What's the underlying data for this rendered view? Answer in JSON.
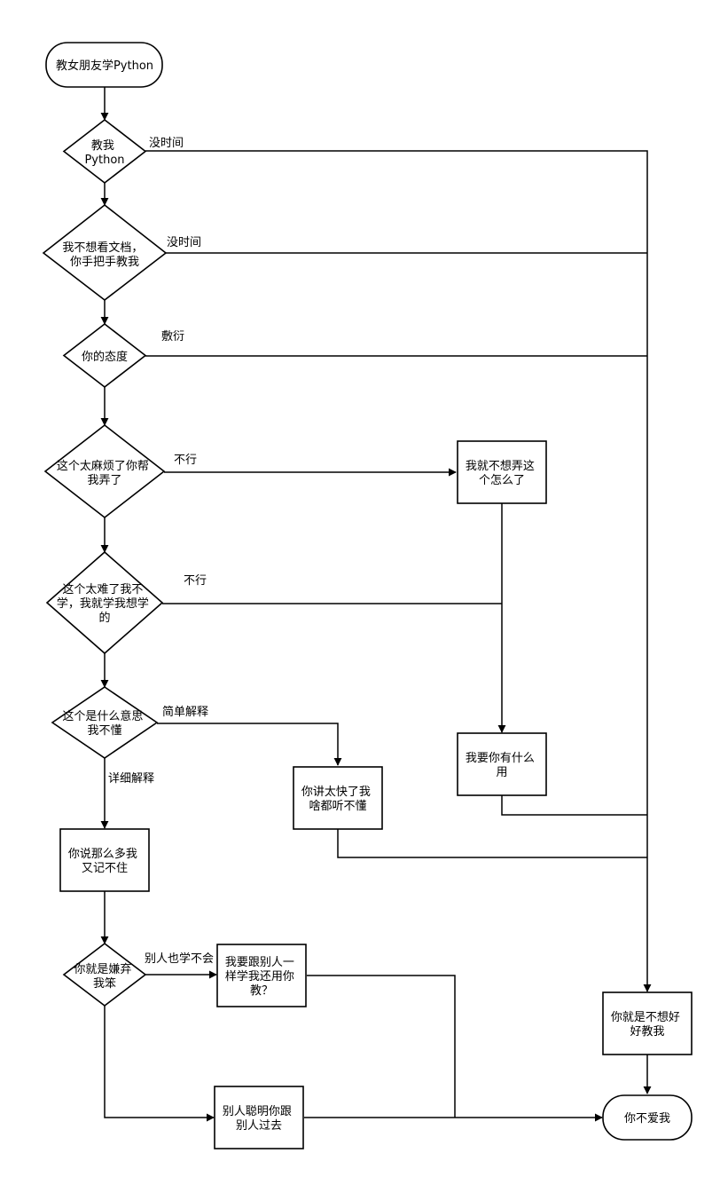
{
  "nodes": {
    "start": [
      "教女朋友学Python"
    ],
    "d1": [
      "教我",
      "Python"
    ],
    "d2": [
      "我不想看文档，",
      "你手把手教我"
    ],
    "d3": [
      "你的态度"
    ],
    "d4": [
      "这个太麻烦了你帮",
      "我弄了"
    ],
    "d5": [
      "这个太难了我不",
      "学，我就学我想学",
      "的"
    ],
    "d6": [
      "这个是什么意思",
      "我不懂"
    ],
    "b_mess": [
      "我就不想弄这",
      "个怎么了"
    ],
    "b_use": [
      "我要你有什么",
      "用"
    ],
    "b_fast": [
      "你讲太快了我",
      "啥都听不懂"
    ],
    "b_much": [
      "你说那么多我",
      "又记不住"
    ],
    "d7": [
      "你就是嫌弃",
      "我笨"
    ],
    "b_others": [
      "我要跟别人一",
      "样学我还用你",
      "教？"
    ],
    "b_smart": [
      "别人聪明你跟",
      "别人过去"
    ],
    "b_notwant": [
      "你就是不想好",
      "好教我"
    ],
    "end": [
      "你不爱我"
    ]
  },
  "edges": {
    "e1": "没时间",
    "e2": "没时间",
    "e3": "敷衍",
    "e4": "不行",
    "e5": "不行",
    "e6": "简单解释",
    "e7": "详细解释",
    "e8": "别人也学不会"
  }
}
